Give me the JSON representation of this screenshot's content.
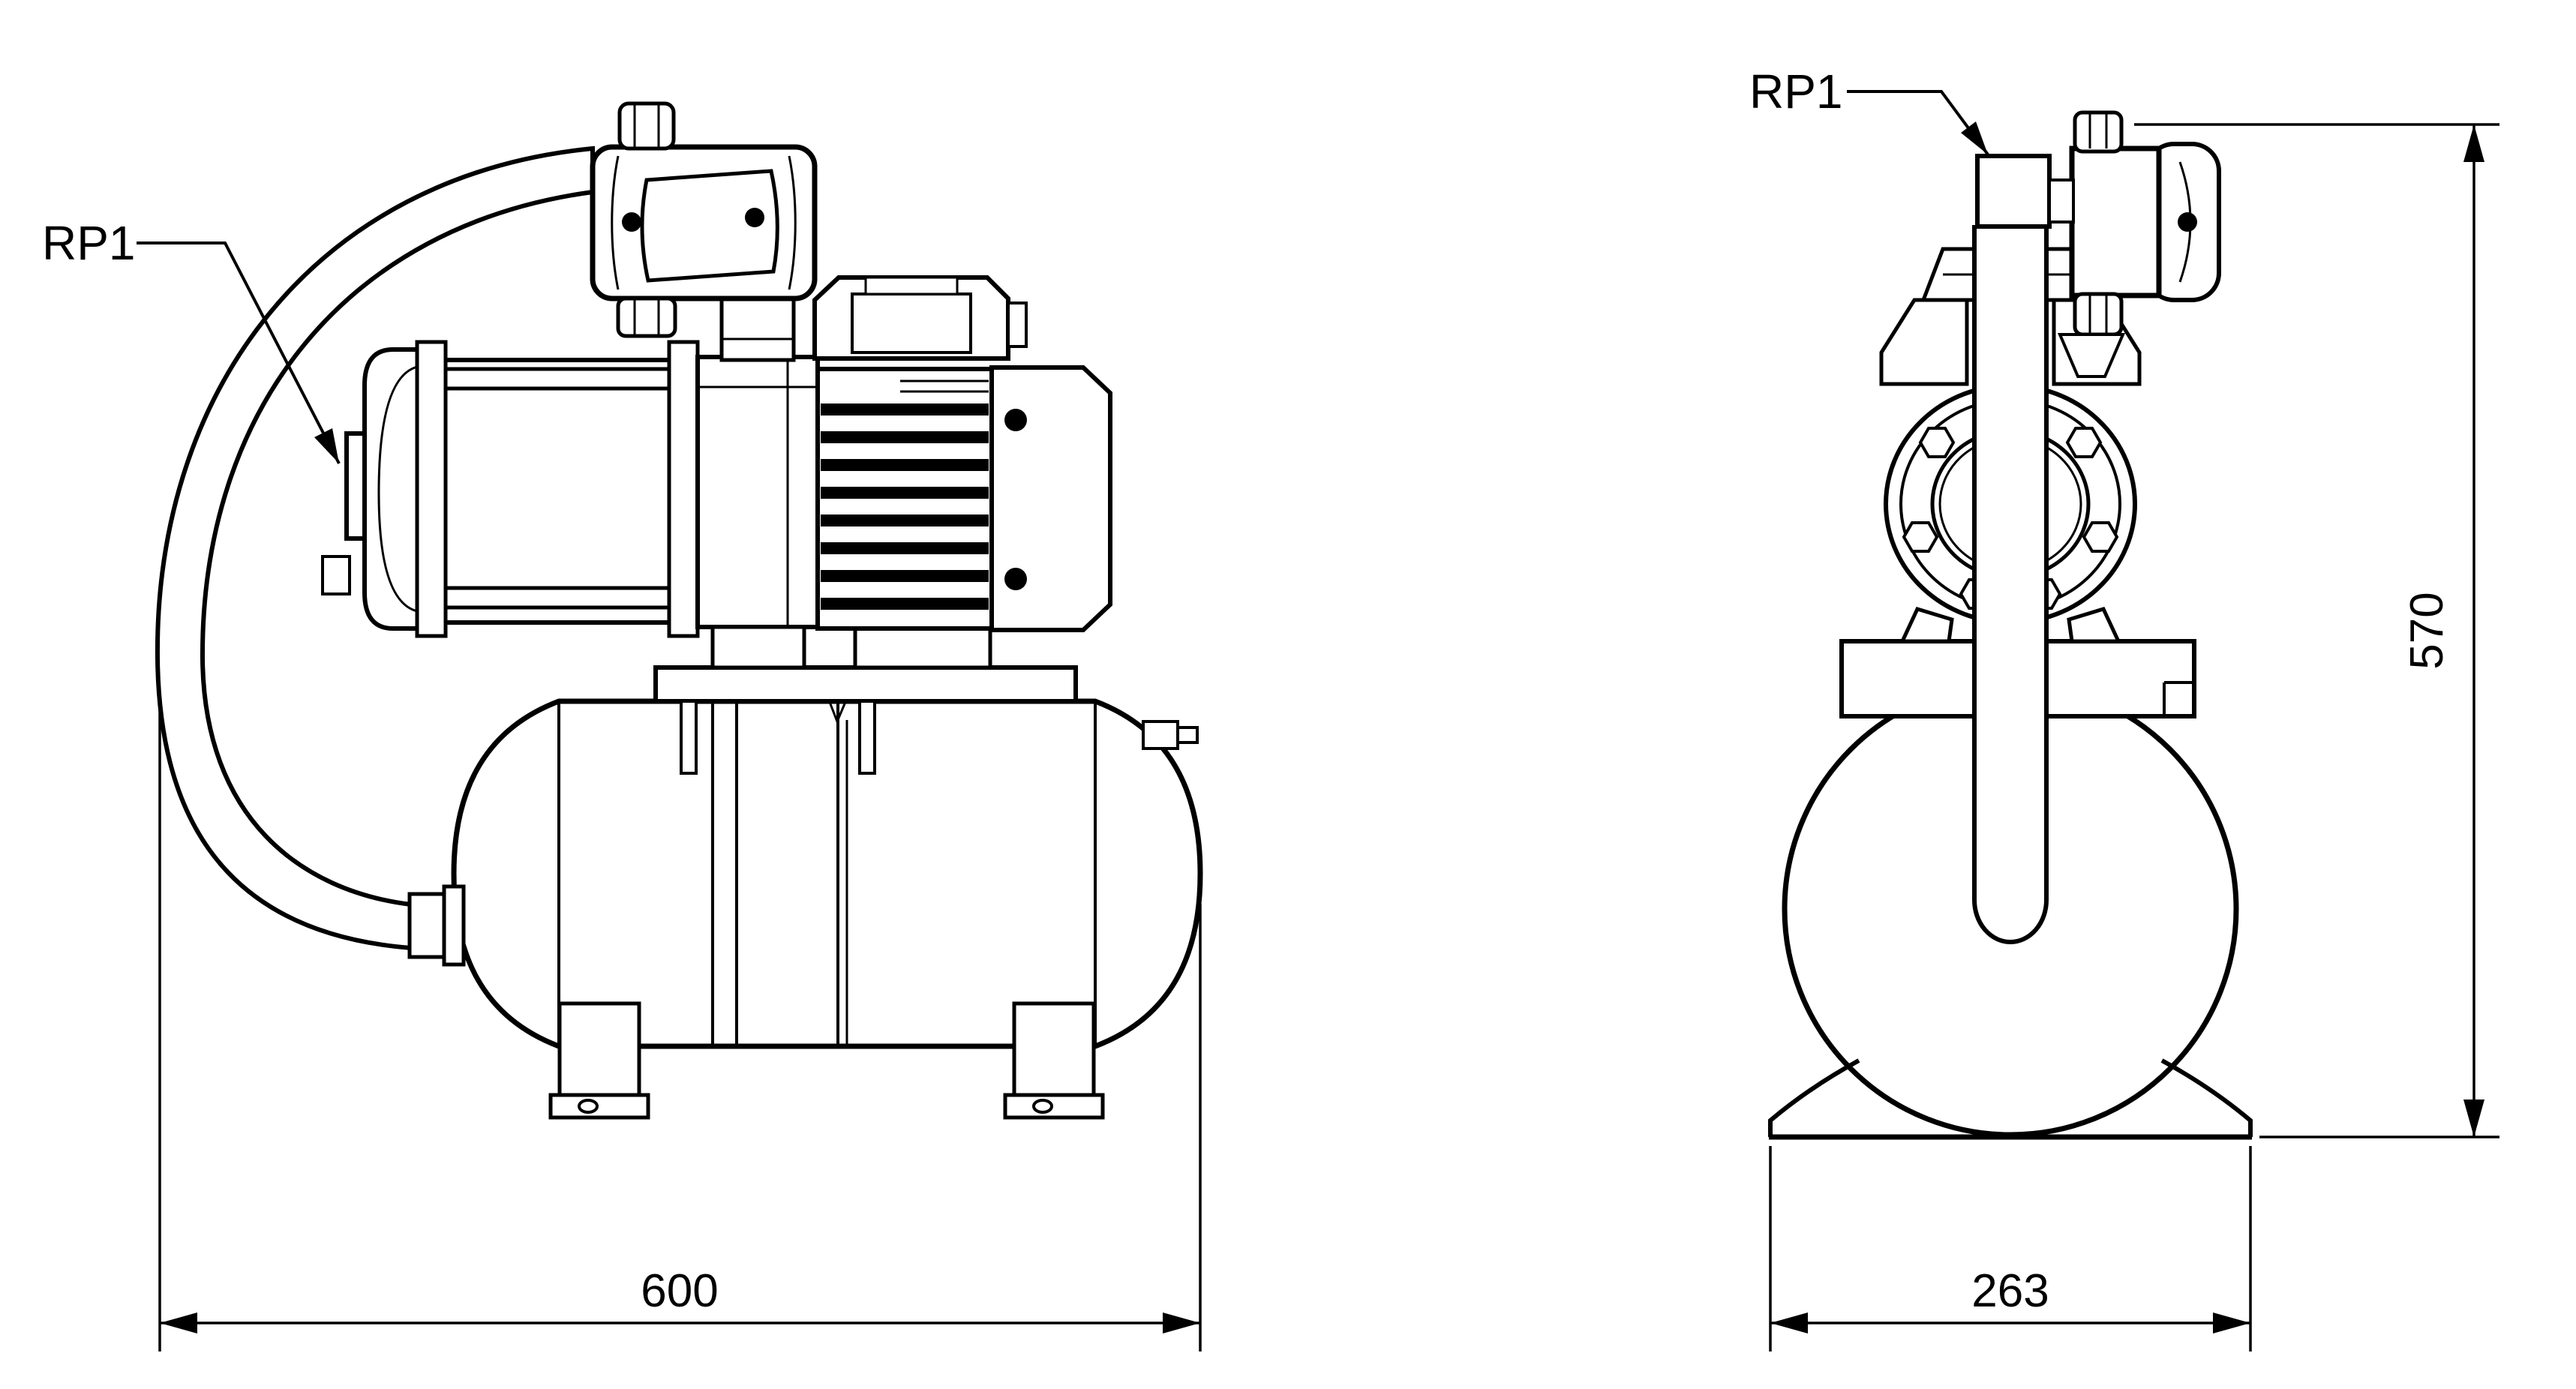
{
  "document": {
    "kind": "technical-dimension-drawing",
    "background": "#ffffff",
    "line_color": "#000000"
  },
  "views": {
    "side": {
      "callout": {
        "label": "RP1"
      },
      "dimensions": {
        "overall_length": {
          "value": "600"
        }
      }
    },
    "front": {
      "callout": {
        "label": "RP1"
      },
      "dimensions": {
        "base_width": {
          "value": "263"
        },
        "overall_height": {
          "value": "570"
        }
      }
    }
  }
}
